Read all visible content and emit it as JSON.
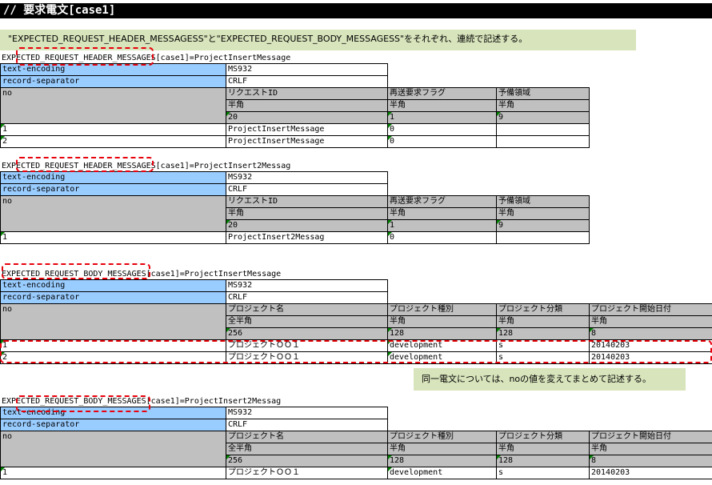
{
  "title": "// 要求電文[case1]",
  "notes": {
    "top": "\"EXPECTED_REQUEST_HEADER_MESSAGESS\"と\"EXPECTED_REQUEST_BODY_MESSAGESS\"をそれぞれ、連続で記述する。",
    "middle": "同一電文については、noの値を変えてまとめて記述する。"
  },
  "sections": [
    {
      "heading": "EXPECTED_REQUEST_HEADER_MESSAGES[case1]=ProjectInsertMessage",
      "encoding_label": "text-encoding",
      "encoding_value": "MS932",
      "separator_label": "record-separator",
      "separator_value": "CRLF",
      "no_label": "no",
      "columns": [
        "リクエストID",
        "再送要求フラグ",
        "予備領域"
      ],
      "types": [
        "半角",
        "半角",
        "半角"
      ],
      "lengths": [
        "20",
        "1",
        "9"
      ],
      "rows": [
        {
          "no": "1",
          "cells": [
            "ProjectInsertMessage",
            "0",
            ""
          ]
        },
        {
          "no": "2",
          "cells": [
            "ProjectInsertMessage",
            "0",
            ""
          ]
        }
      ]
    },
    {
      "heading": "EXPECTED_REQUEST_HEADER_MESSAGES[case1]=ProjectInsert2Messag",
      "encoding_label": "text-encoding",
      "encoding_value": "MS932",
      "separator_label": "record-separator",
      "separator_value": "CRLF",
      "no_label": "no",
      "columns": [
        "リクエストID",
        "再送要求フラグ",
        "予備領域"
      ],
      "types": [
        "半角",
        "半角",
        "半角"
      ],
      "lengths": [
        "20",
        "1",
        "9"
      ],
      "rows": [
        {
          "no": "1",
          "cells": [
            "ProjectInsert2Messag",
            "0",
            ""
          ]
        }
      ]
    },
    {
      "heading": "EXPECTED_REQUEST_BODY_MESSAGES[case1]=ProjectInsertMessage",
      "encoding_label": "text-encoding",
      "encoding_value": "MS932",
      "separator_label": "record-separator",
      "separator_value": "CRLF",
      "no_label": "no",
      "columns": [
        "プロジェクト名",
        "プロジェクト種別",
        "プロジェクト分類",
        "プロジェクト開始日付"
      ],
      "types": [
        "全半角",
        "半角",
        "半角",
        "半角"
      ],
      "lengths": [
        "256",
        "128",
        "128",
        "8"
      ],
      "rows": [
        {
          "no": "1",
          "cells": [
            "プロジェクトＯＯ１",
            "development",
            "s",
            "20140203"
          ]
        },
        {
          "no": "2",
          "cells": [
            "プロジェクトＯＯ１",
            "development",
            "s",
            "20140203"
          ]
        }
      ]
    },
    {
      "heading": "EXPECTED_REQUEST_BODY_MESSAGES[case1]=ProjectInsert2Messag",
      "encoding_label": "text-encoding",
      "encoding_value": "MS932",
      "separator_label": "record-separator",
      "separator_value": "CRLF",
      "no_label": "no",
      "columns": [
        "プロジェクト名",
        "プロジェクト種別",
        "プロジェクト分類",
        "プロジェクト開始日付"
      ],
      "types": [
        "全半角",
        "半角",
        "半角",
        "半角"
      ],
      "lengths": [
        "256",
        "128",
        "128",
        "8"
      ],
      "rows": [
        {
          "no": "1",
          "cells": [
            "プロジェクトＯＯ１",
            "development",
            "s",
            "20140203"
          ]
        }
      ]
    }
  ],
  "colors": {
    "label_blue": "#99ccff",
    "header_gray": "#c0c0c0",
    "note_green": "#d8e4bc",
    "highlight_red": "#e8000b",
    "title_black": "#000000"
  }
}
